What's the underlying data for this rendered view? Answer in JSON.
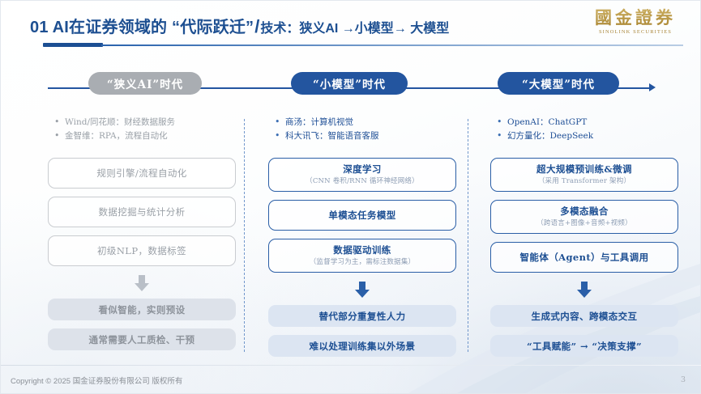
{
  "header": {
    "title_main": "01 AI在证券领域的 “代际跃迁”",
    "title_slash": "/",
    "title_sub": "技术：狭义AI →小模型→ 大模型",
    "logo_cn": "國金證券",
    "logo_en": "SINOLINK SECURITIES",
    "accent_color": "#1d4f91"
  },
  "timeline": {
    "stages": [
      {
        "label": "“狭义AI”时代",
        "style": "gray",
        "color": "#a9adb2"
      },
      {
        "label": "“小模型”时代",
        "style": "blue",
        "color": "#23559f"
      },
      {
        "label": "“大模型”时代",
        "style": "blue",
        "color": "#23559f"
      }
    ],
    "line_color": "#2355a0"
  },
  "columns": [
    {
      "id": "narrow-ai",
      "tone": "gray",
      "bullets": [
        "Wind/同花顺：财经数据服务",
        "金智维：RPA，流程自动化"
      ],
      "boxes": [
        {
          "main": "规则引擎/流程自动化",
          "sub": ""
        },
        {
          "main": "数据挖掘与统计分析",
          "sub": ""
        },
        {
          "main": "初级NLP，数据标签",
          "sub": ""
        }
      ],
      "results": [
        "看似智能，实则预设",
        "通常需要人工质检、干预"
      ]
    },
    {
      "id": "small-model",
      "tone": "blue",
      "bullets": [
        "商汤：计算机视觉",
        "科大讯飞：智能语音客服"
      ],
      "boxes": [
        {
          "main": "深度学习",
          "sub": "（CNN 卷积/RNN 循环神经网络）"
        },
        {
          "main": "单模态任务模型",
          "sub": ""
        },
        {
          "main": "数据驱动训练",
          "sub": "（监督学习为主，需标注数据集）"
        }
      ],
      "results": [
        "替代部分重复性人力",
        "难以处理训练集以外场景"
      ]
    },
    {
      "id": "large-model",
      "tone": "blue",
      "bullets": [
        "OpenAI：ChatGPT",
        "幻方量化：DeepSeek"
      ],
      "boxes": [
        {
          "main": "超大规模预训练&微调",
          "sub": "（采用 Transformer 架构）"
        },
        {
          "main": "多模态融合",
          "sub": "（跨语言+图像+音频+视频）"
        },
        {
          "main": "智能体（Agent）与工具调用",
          "sub": ""
        }
      ],
      "results": [
        "生成式内容、跨模态交互",
        "“工具赋能” → “决策支撑”"
      ]
    }
  ],
  "footer": {
    "copyright": "Copyright © 2025 国金证券股份有限公司 版权所有",
    "page_number": "3"
  }
}
